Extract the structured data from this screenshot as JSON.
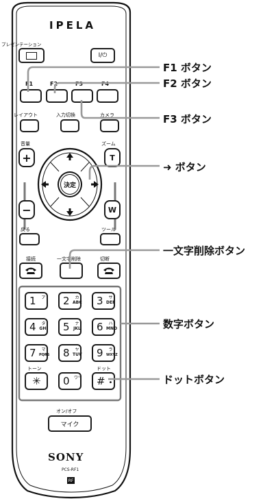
{
  "remote": {
    "logo": "IPELA",
    "presentation_label": "プレゼンテーション",
    "power_label": "I/⏻",
    "fkeys": [
      "F1",
      "F2",
      "F3",
      "F4"
    ],
    "layout_label": "レイアウト",
    "input_label": "入力切換",
    "camera_label": "カメラ",
    "volume_label": "音量",
    "zoom_label": "ズーム",
    "plus": "+",
    "minus": "−",
    "zoom_t": "T",
    "zoom_w": "W",
    "enter_label": "決定",
    "back_label": "戻る",
    "tool_label": "ツール",
    "connect_label": "接続",
    "delete_label": "一文字削除",
    "disconnect_label": "切断",
    "keypad": [
      {
        "digit": "1",
        "kana": "ア",
        "latin": ""
      },
      {
        "digit": "2",
        "kana": "カ",
        "latin": "ABC"
      },
      {
        "digit": "3",
        "kana": "サ",
        "latin": "DEF"
      },
      {
        "digit": "4",
        "kana": "タ",
        "latin": "GHI"
      },
      {
        "digit": "5",
        "kana": "ナ",
        "latin": "JKL"
      },
      {
        "digit": "6",
        "kana": "ハ",
        "latin": "MNO"
      },
      {
        "digit": "7",
        "kana": "マ",
        "latin": "PQRS"
      },
      {
        "digit": "8",
        "kana": "ヤ",
        "latin": "TUV"
      },
      {
        "digit": "9",
        "kana": "ラ",
        "latin": "WXYZ"
      }
    ],
    "tone_label": "トーン",
    "dot_label": "ドット",
    "star_key": "✳",
    "zero_key": "0",
    "zero_sub": "ワ°",
    "hash_key": "#",
    "onoff_label": "オン/オフ",
    "mic_label": "マイク",
    "brand": "SONY",
    "model": "PCS-RF1",
    "rf_badge": "RF"
  },
  "callouts": {
    "f1": "F1 ボタン",
    "f2": "F2 ボタン",
    "f3": "F3 ボタン",
    "arrow": "➜ ボタン",
    "delete": "一文字削除ボタン",
    "number": "数字ボタン",
    "dot": "ドットボタン"
  }
}
